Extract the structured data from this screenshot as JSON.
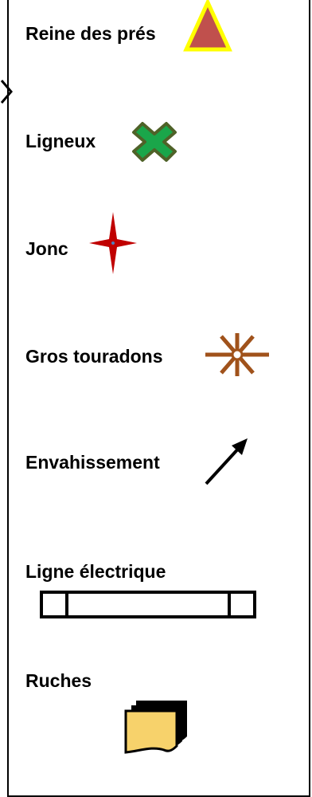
{
  "legend": {
    "items": [
      {
        "id": "reine",
        "label": "Reine des prés",
        "icon": "red-triangle-icon",
        "fill": "#c0504d",
        "stroke": "#ffff00"
      },
      {
        "id": "ligneux",
        "label": "Ligneux",
        "icon": "green-cross-icon",
        "fill": "#1aa64a",
        "stroke": "#4f6228"
      },
      {
        "id": "jonc",
        "label": "Jonc",
        "icon": "red-star-icon",
        "fill": "#c00000"
      },
      {
        "id": "touradons",
        "label": "Gros touradons",
        "icon": "brown-asterisk-icon",
        "fill": "#a0521b"
      },
      {
        "id": "envahissement",
        "label": "Envahissement",
        "icon": "arrow-icon",
        "fill": "#000000"
      },
      {
        "id": "ligne",
        "label": "Ligne électrique",
        "icon": "power-line-icon",
        "fill": "#ffffff"
      },
      {
        "id": "ruches",
        "label": "Ruches",
        "icon": "beehive-stack-icon",
        "fill": "#f7d26b"
      }
    ]
  }
}
